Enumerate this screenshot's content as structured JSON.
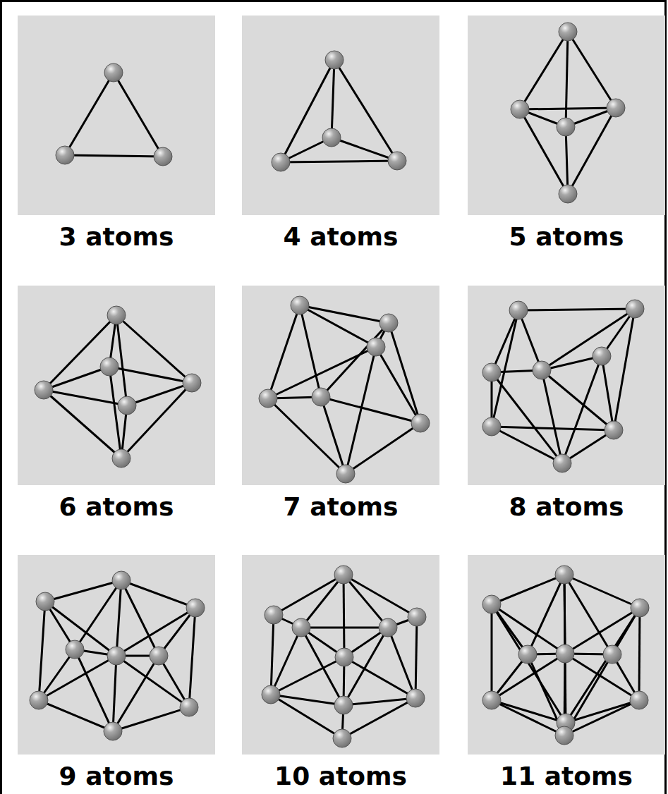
{
  "diagram": {
    "nodes": [
      {
        "text": [
          "3 atoms"
        ]
      },
      {
        "text": [
          "4 atoms"
        ]
      },
      {
        "text": [
          "5 atoms"
        ]
      },
      {
        "text": [
          "6 atoms"
        ]
      },
      {
        "text": [
          "7 atoms"
        ]
      },
      {
        "text": [
          "8 atoms"
        ]
      },
      {
        "text": [
          "9 atoms"
        ]
      },
      {
        "text": [
          "10 atoms"
        ]
      },
      {
        "text": [
          "11 atoms"
        ]
      }
    ]
  }
}
